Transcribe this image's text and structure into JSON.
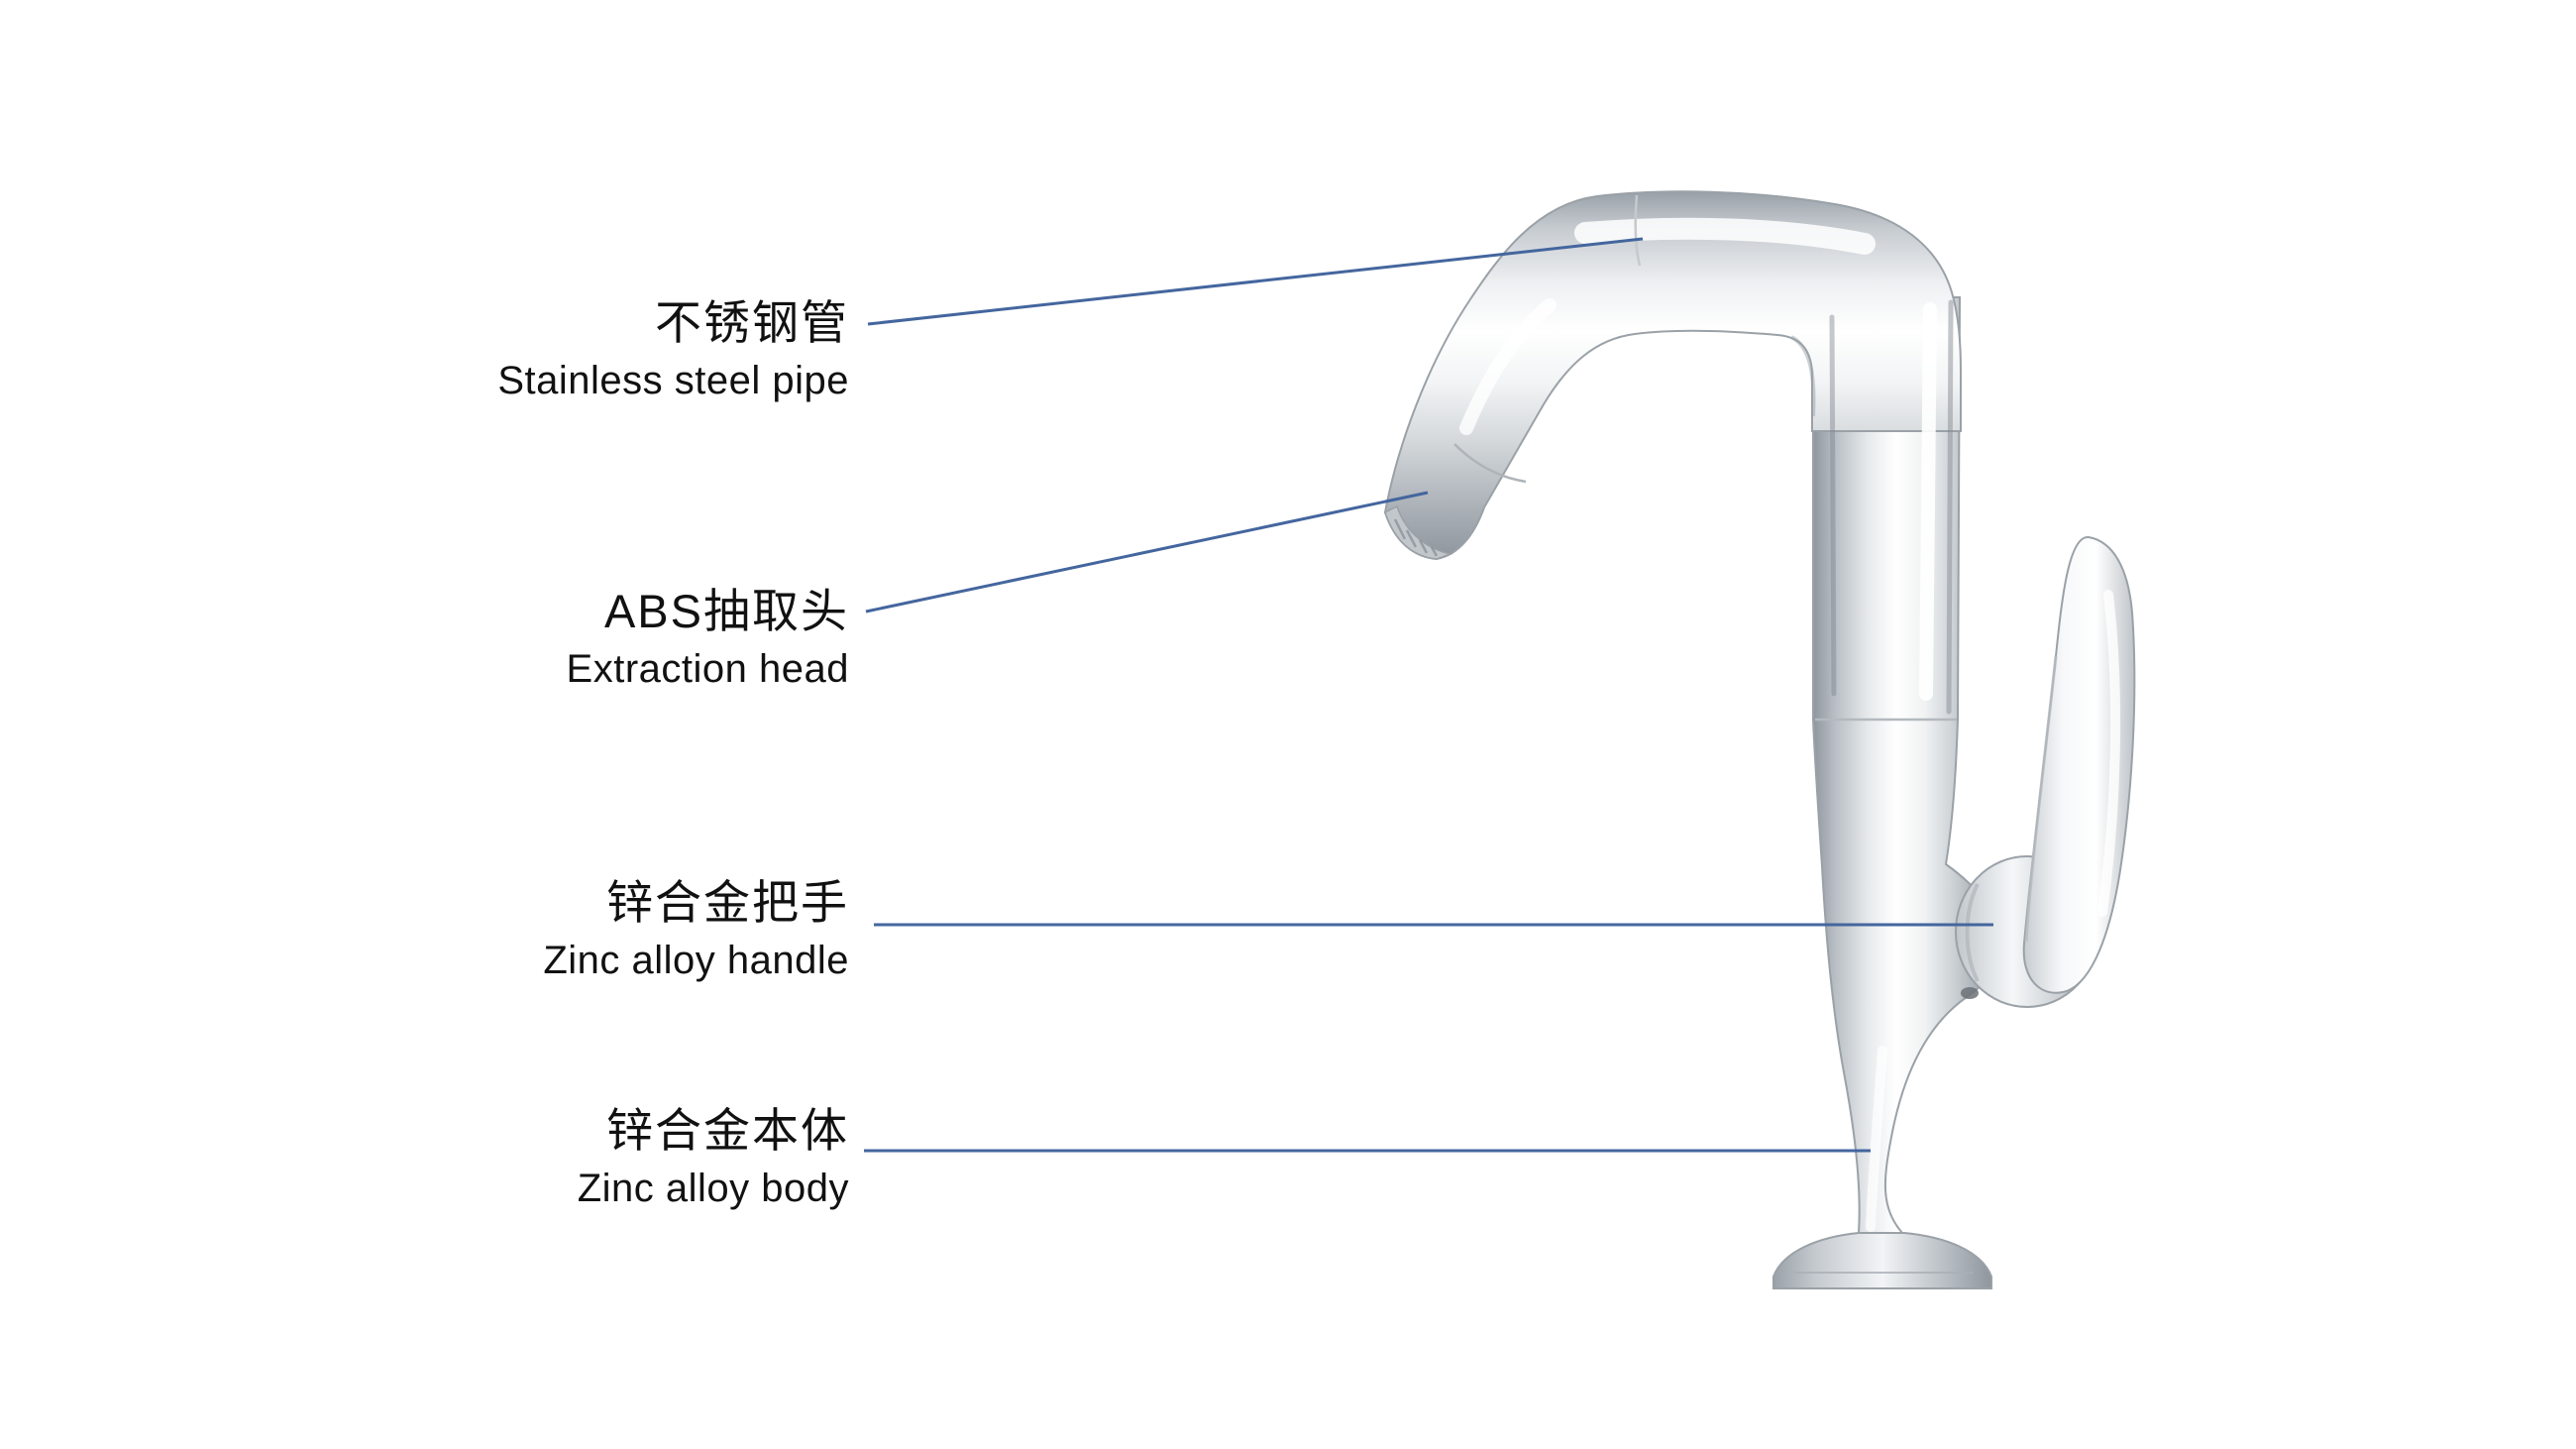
{
  "page": {
    "background": "#ffffff"
  },
  "diagram": {
    "subject": "pull-out kitchen faucet",
    "labels": [
      {
        "zh": "不锈钢管",
        "en": "Stainless steel pipe"
      },
      {
        "zh": "ABS抽取头",
        "en": "Extraction head"
      },
      {
        "zh": "锌合金把手",
        "en": "Zinc alloy handle"
      },
      {
        "zh": "锌合金本体",
        "en": "Zinc alloy body"
      }
    ],
    "colors": {
      "leader_line": "#44669e",
      "label_text": "#111111",
      "background": "#ffffff"
    }
  }
}
